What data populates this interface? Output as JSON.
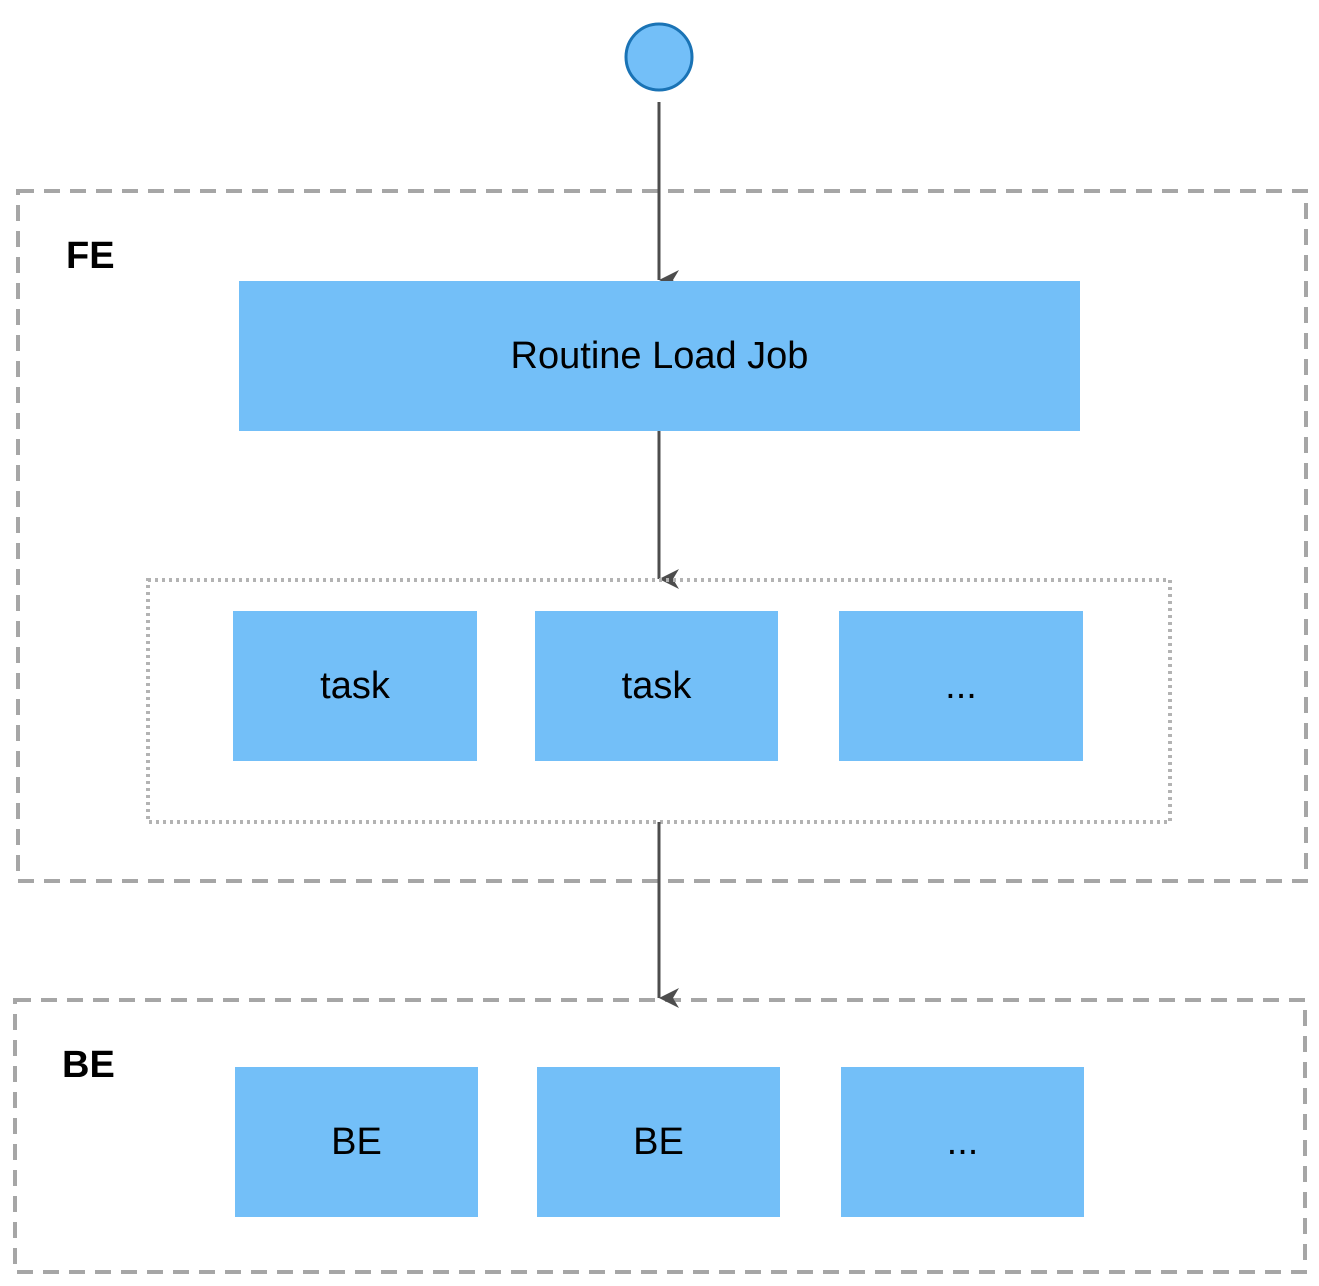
{
  "diagram": {
    "colors": {
      "box_fill": "#73BFF8",
      "start_fill": "#73BFF8",
      "start_stroke": "#1A73B5",
      "group_border": "#A6A6A6",
      "task_group_border": "#B3B3B3",
      "arrow": "#4D4D4D"
    },
    "fe": {
      "title": "FE",
      "job_label": "Routine Load Job",
      "tasks": [
        "task",
        "task",
        "..."
      ]
    },
    "be": {
      "title": "BE",
      "nodes": [
        "BE",
        "BE",
        "..."
      ]
    }
  }
}
